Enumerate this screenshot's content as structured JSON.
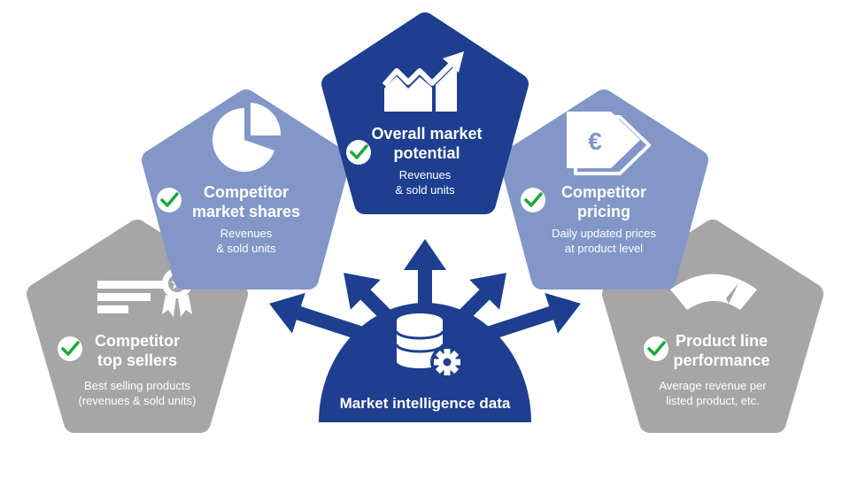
{
  "colors": {
    "navy": "#1e3f8f",
    "lightBlue": "#8297c8",
    "gray": "#a6a6a6",
    "check": "#1ba83a",
    "white": "#ffffff"
  },
  "hub": {
    "label": "Market intelligence data",
    "icon": "database-gear-icon"
  },
  "panels": {
    "overall_market": {
      "title1": "Overall market",
      "title2": "potential",
      "sub1": "Revenues",
      "sub2": "& sold units",
      "icon": "growth-chart-icon"
    },
    "market_shares": {
      "title1": "Competitor",
      "title2": "market shares",
      "sub1": "Revenues",
      "sub2": "& sold units",
      "icon": "pie-chart-icon"
    },
    "pricing": {
      "title1": "Competitor",
      "title2": "pricing",
      "sub1": "Daily updated prices",
      "sub2": "at product level",
      "icon": "euro-price-tag-icon"
    },
    "top_sellers": {
      "title1": "Competitor",
      "title2": "top sellers",
      "sub1": "Best selling products",
      "sub2": "(revenues & sold units)",
      "icon": "ranking-award-icon"
    },
    "product_line": {
      "title1": "Product line",
      "title2": "performance",
      "sub1": "Average revenue per",
      "sub2": "listed product, etc.",
      "icon": "gauge-icon"
    }
  }
}
